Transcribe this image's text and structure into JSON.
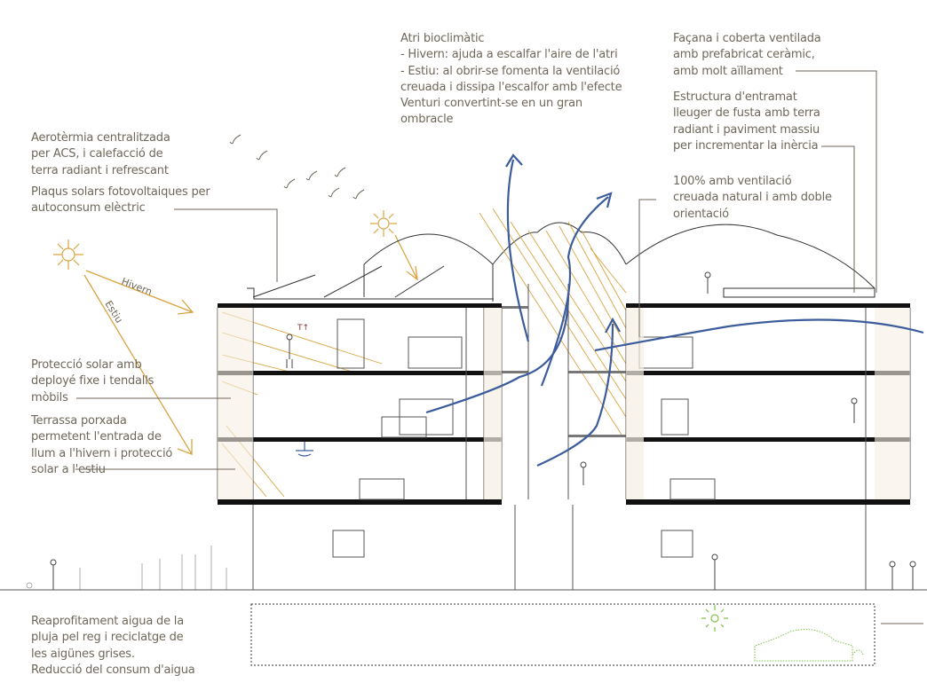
{
  "annotations": {
    "atri": [
      "Atri bioclimàtic",
      "- Hivern: ajuda a escalfar l'aire de l'atri",
      "- Estiu: al obrir-se fomenta la ventilació",
      "creuada i dissipa l'escalfor amb l'efecte",
      "Venturi convertint-se en un gran",
      "ombracle"
    ],
    "facana": [
      "Façana i coberta ventilada",
      "amb prefabricat ceràmic,",
      "amb molt aïllament"
    ],
    "estructura": [
      "Estructura d'entramat",
      "lleuger de fusta amb terra",
      "radiant i paviment massiu",
      "per incrementar la inèrcia"
    ],
    "ventilacio": [
      "100% amb ventilació",
      "creuada natural i amb doble",
      "orientació"
    ],
    "aerotermia": [
      "Aerotèrmia centralitzada",
      "per ACS, i calefacció de",
      "terra radiant i refrescant"
    ],
    "plaques": [
      "Plaqus solars fotovoltaiques per",
      "autoconsum elèctric"
    ],
    "proteccio": [
      "Protecció solar amb",
      "deployé fixe i tendalls",
      "mòbils"
    ],
    "terrassa": [
      "Terrassa porxada",
      "permetent l'entrada de",
      "llum a l'hivern i protecció",
      "solar a l'estiu"
    ],
    "aigua": [
      "Reaprofitament aigua de la",
      "pluja pel reg i reciclatge de",
      "les aigünes grises.",
      "Reducció del consum d'aigua"
    ]
  },
  "sun_rays": {
    "winter": "Hivern",
    "summer": "Estiu"
  },
  "colors": {
    "text": "#6f675a",
    "sun": "#d9a441",
    "air": "#3d5c9c",
    "structure": "#1a1a1a",
    "green": "#7fc24a"
  }
}
